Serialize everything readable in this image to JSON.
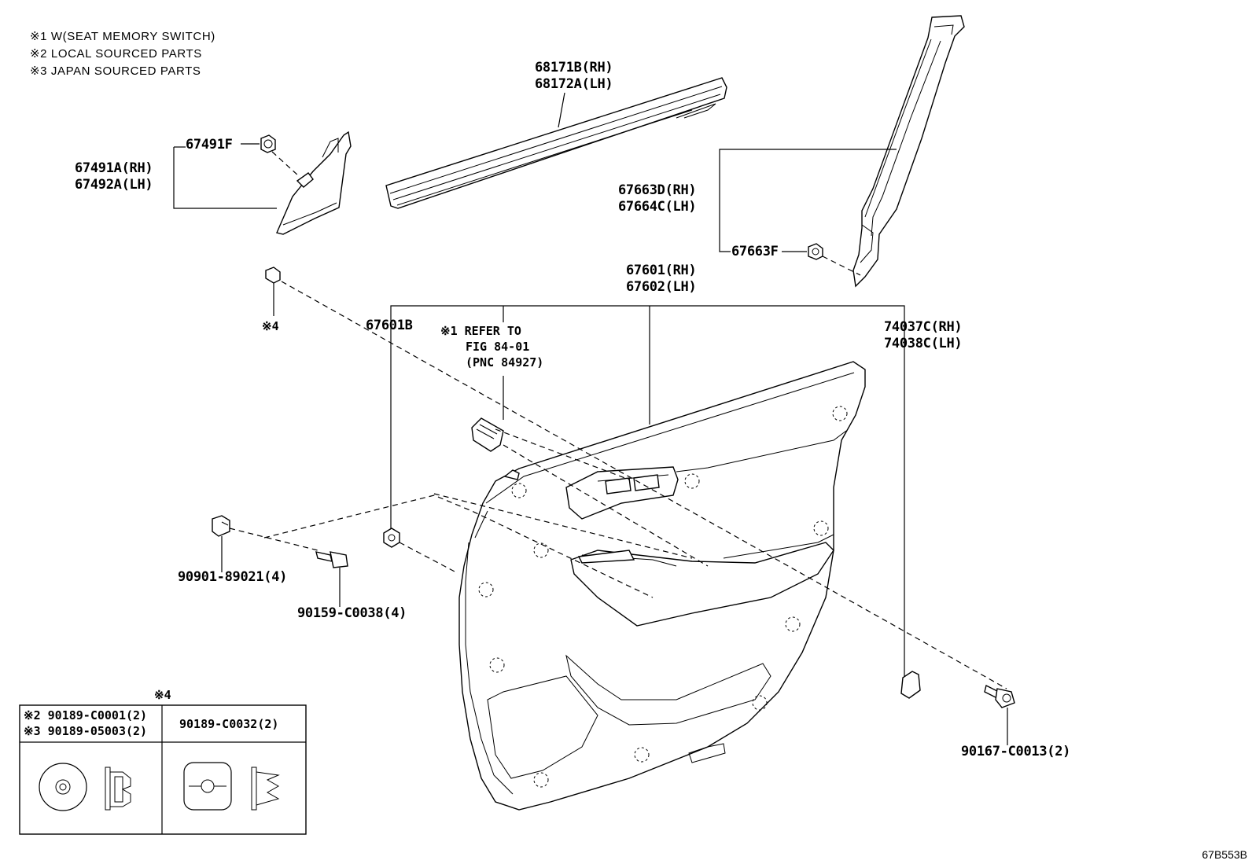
{
  "notes": [
    "※1 W(SEAT MEMORY SWITCH)",
    "※2 LOCAL SOURCED PARTS",
    "※3 JAPAN SOURCED PARTS"
  ],
  "labels": {
    "p68171": "68171B(RH)",
    "p68172": "68172A(LH)",
    "p67491F": "67491F",
    "p67491A": "67491A(RH)",
    "p67492A": "67492A(LH)",
    "p67663D": "67663D(RH)",
    "p67664C": "67664C(LH)",
    "p67663F": "67663F",
    "p67601": "67601(RH)",
    "p67602": "67602(LH)",
    "p67601B": "67601B",
    "refer1": "※1 REFER TO",
    "refer2": "FIG 84-01",
    "refer3": "(PNC 84927)",
    "p74037": "74037C(RH)",
    "p74038": "74038C(LH)",
    "mark4": "※4",
    "p90901": "90901-89021(4)",
    "p90159": "90159-C0038(4)",
    "p90167": "90167-C0013(2)"
  },
  "clip_table": {
    "mark": "※4",
    "col1_line1": "※2 90189-C0001(2)",
    "col1_line2": "※3 90189-05003(2)",
    "col2": "90189-C0032(2)"
  },
  "drawing_code": "67B553B"
}
